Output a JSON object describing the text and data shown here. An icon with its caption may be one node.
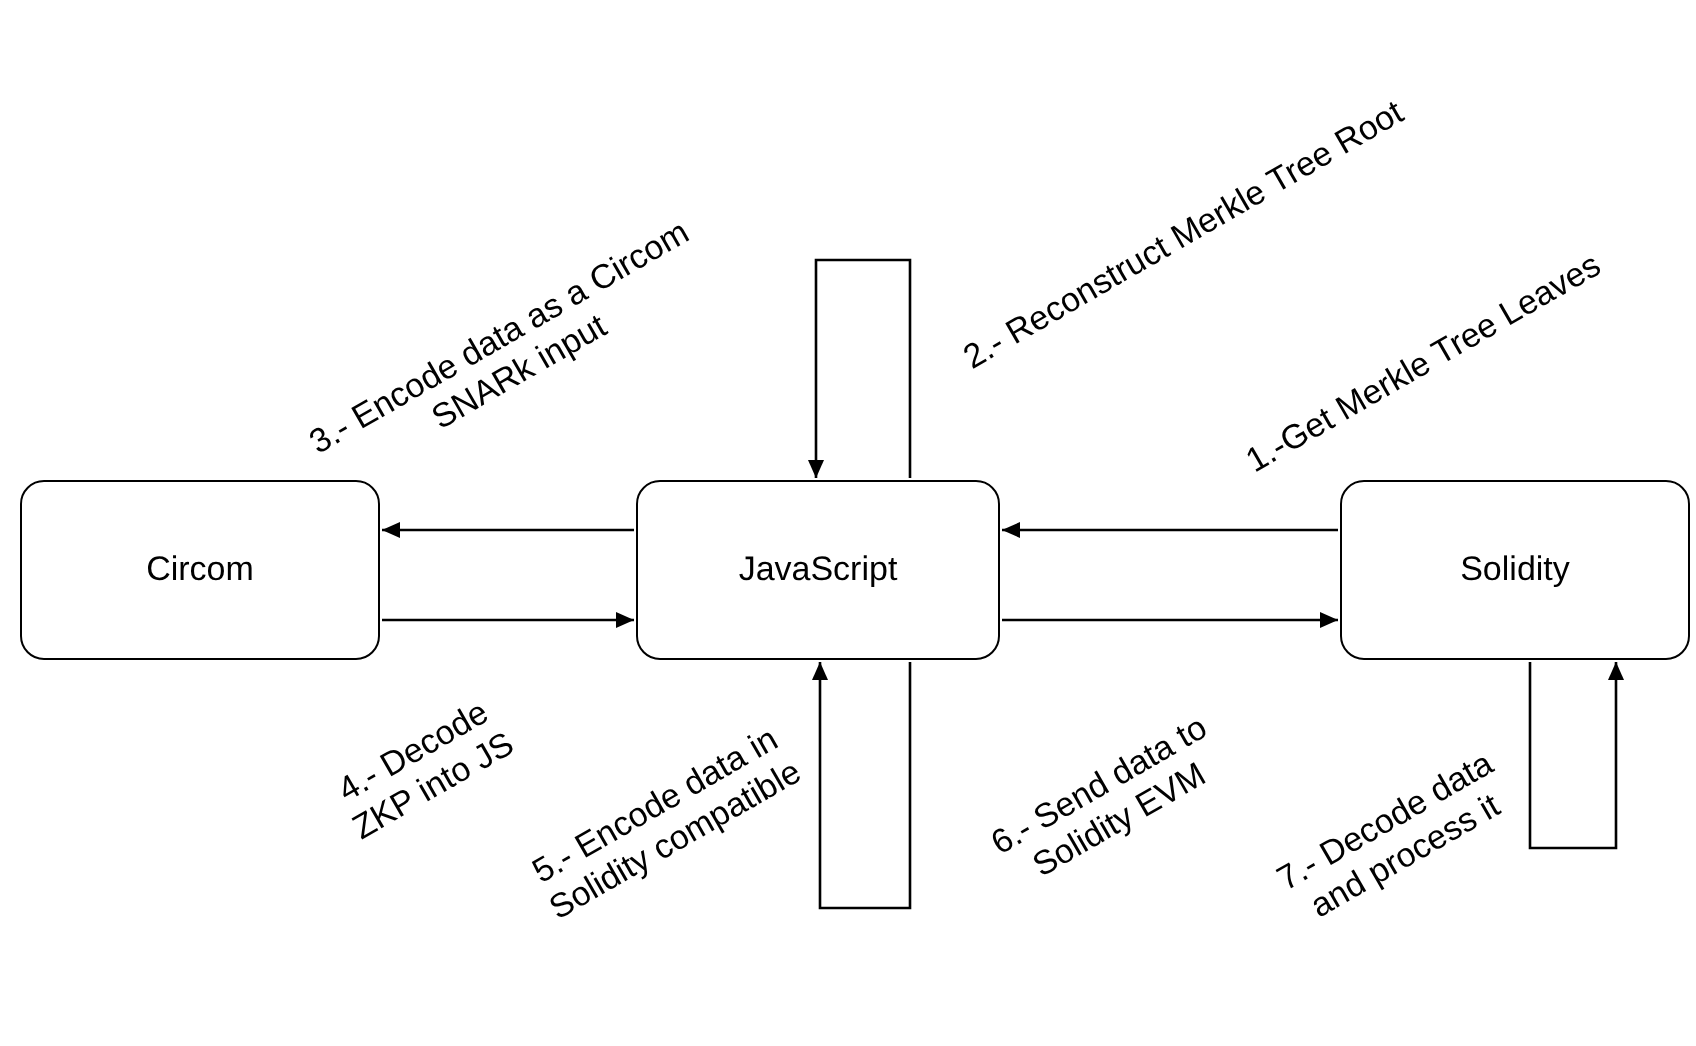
{
  "diagram": {
    "nodes": [
      {
        "text": [
          "Circom"
        ]
      },
      {
        "text": [
          "JavaScript"
        ]
      },
      {
        "text": [
          "Solidity"
        ]
      }
    ],
    "edges": [
      {
        "from": 2,
        "to": 1,
        "arrow": "to",
        "label": "1.-Get Merkle Tree Leaves"
      },
      {
        "from": 1,
        "to": 1,
        "arrow": "to",
        "label": "2.- Reconstruct Merkle Tree Root"
      },
      {
        "from": 1,
        "to": 0,
        "arrow": "to",
        "label": "3.- Encode data as a Circom SNARk input"
      },
      {
        "from": 0,
        "to": 1,
        "arrow": "to",
        "label": "4.- Decode ZKP into JS"
      },
      {
        "from": 1,
        "to": 1,
        "arrow": "to",
        "label": "5.- Encode data in Solidity compatible"
      },
      {
        "from": 1,
        "to": 2,
        "arrow": "to",
        "label": "6.- Send data to Solidity EVM"
      },
      {
        "from": 2,
        "to": 2,
        "arrow": "to",
        "label": "7.- Decode data and process it"
      }
    ]
  }
}
